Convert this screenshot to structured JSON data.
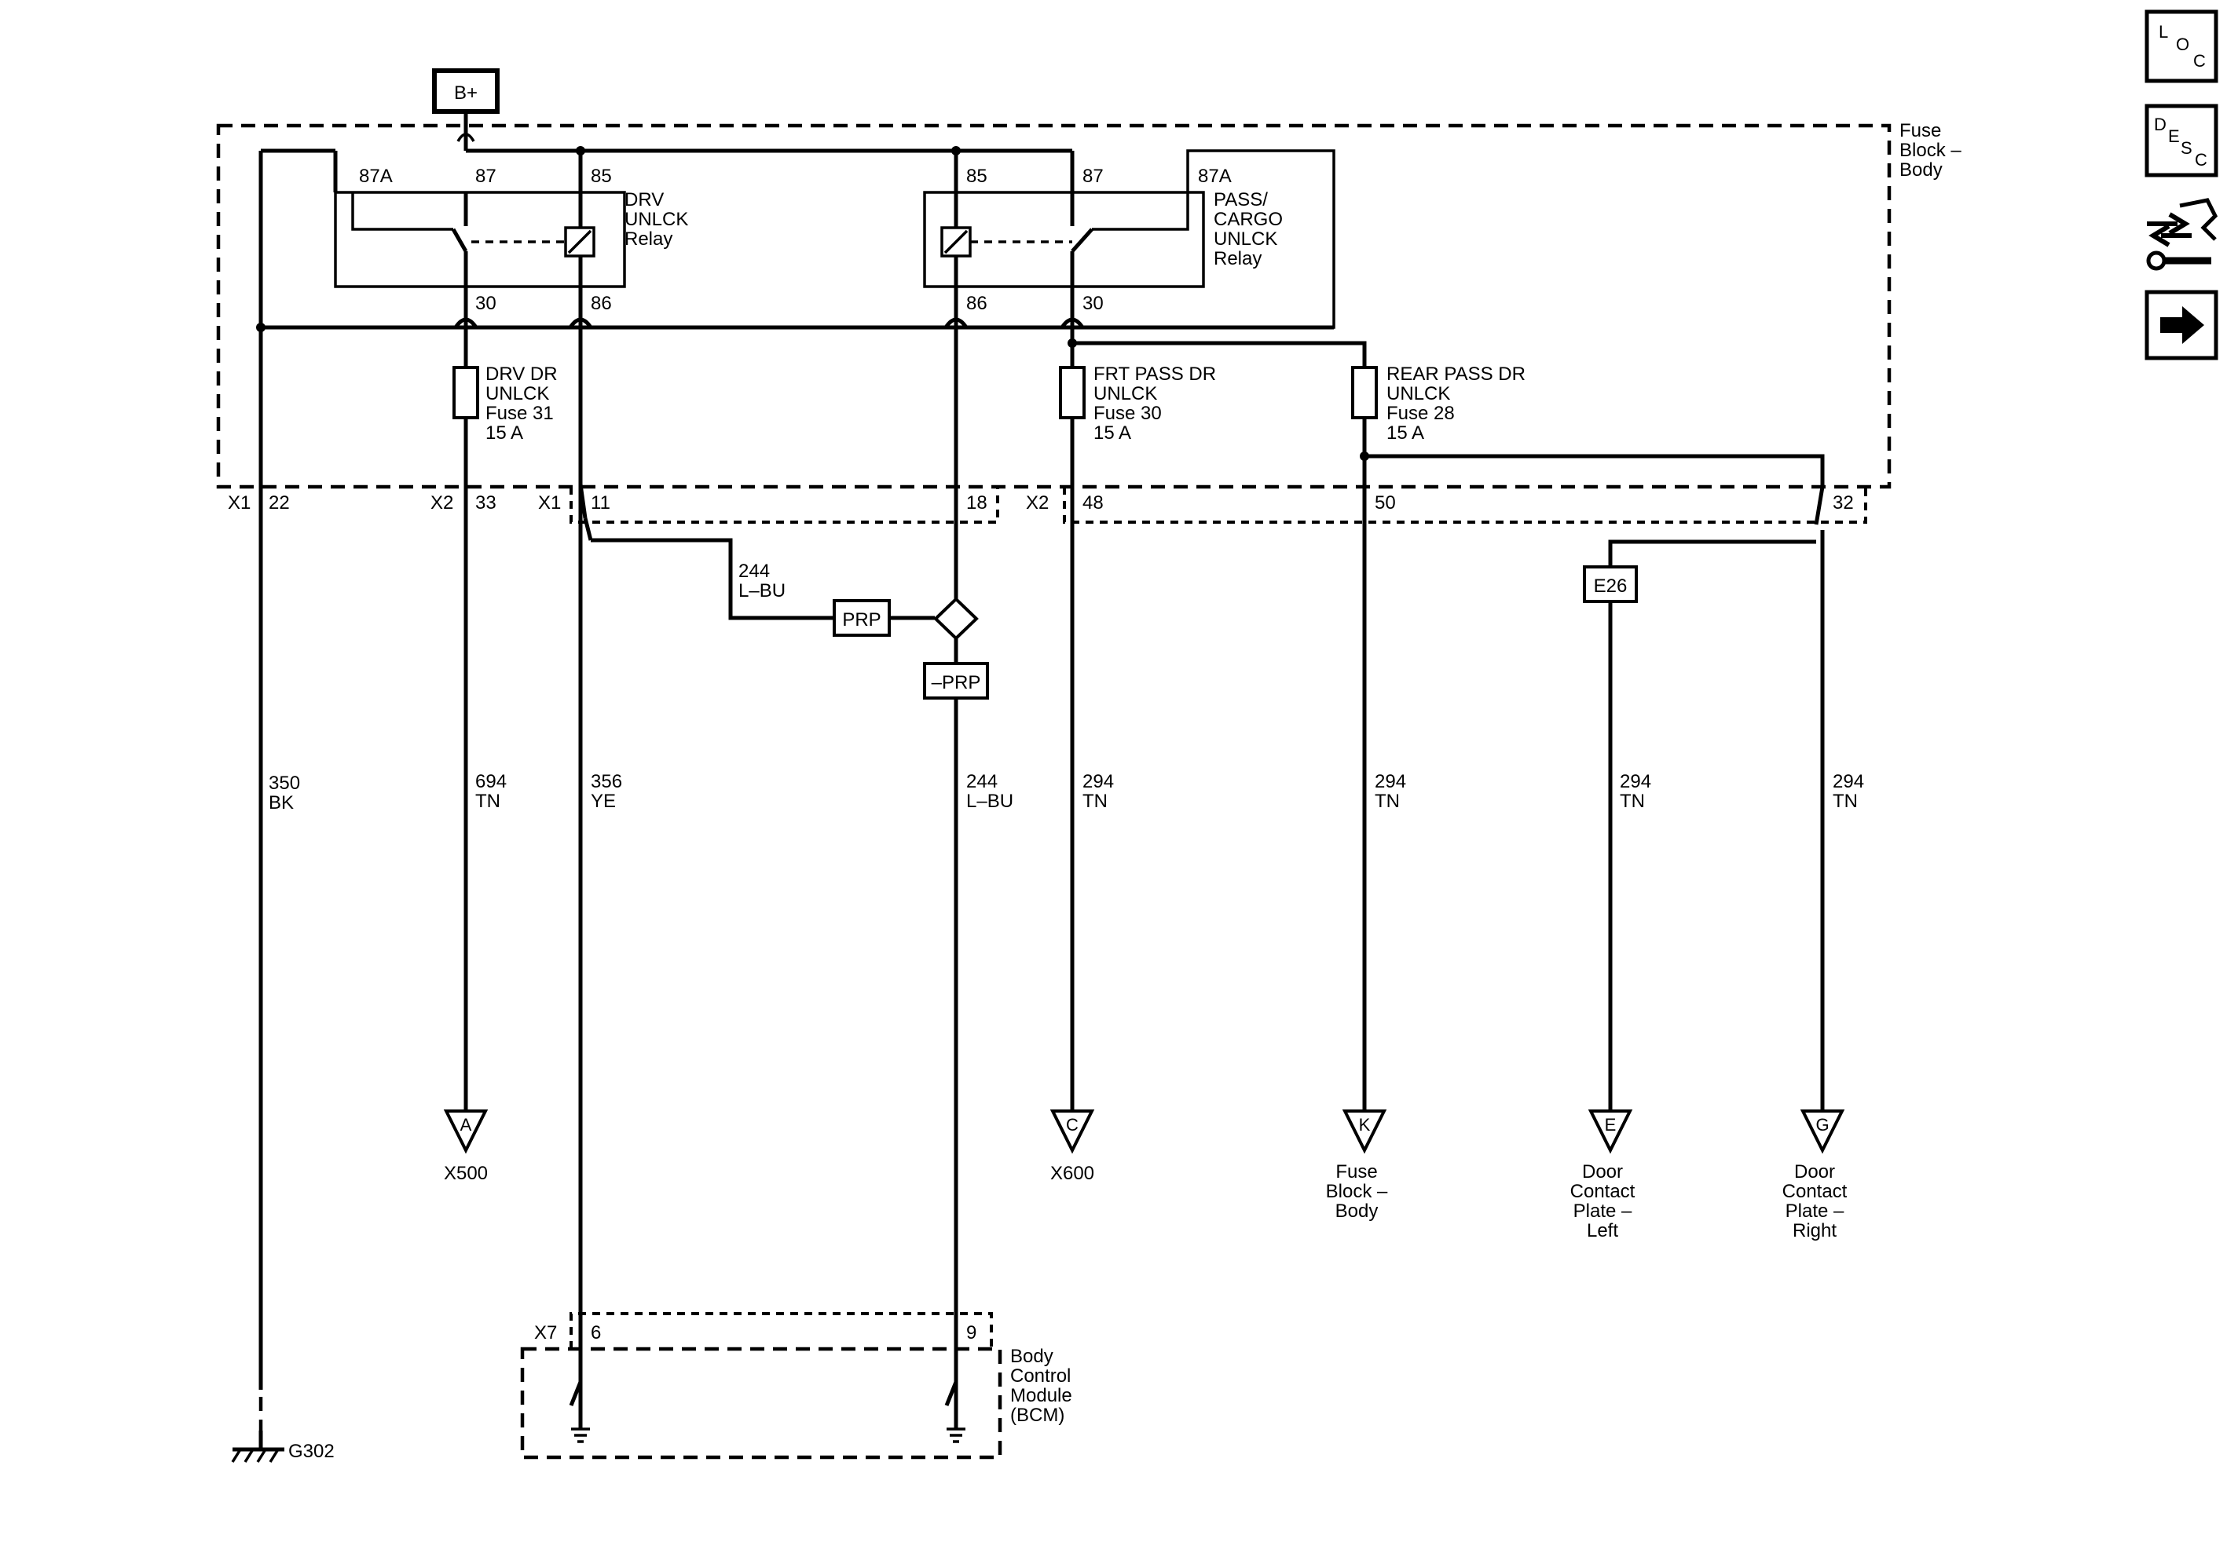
{
  "power": {
    "label": "B+"
  },
  "fuse_block": {
    "label_lines": [
      "Fuse",
      "Block –",
      "Body"
    ]
  },
  "relay_drv": {
    "label_lines": [
      "DRV",
      "UNLCK",
      "Relay"
    ],
    "pin_87a": "87A",
    "pin_87": "87",
    "pin_85": "85",
    "pin_30": "30",
    "pin_86": "86"
  },
  "relay_pass": {
    "label_lines": [
      "PASS/",
      "CARGO",
      "UNLCK",
      "Relay"
    ],
    "pin_85": "85",
    "pin_87": "87",
    "pin_87a": "87A",
    "pin_86": "86",
    "pin_30": "30"
  },
  "fuses": [
    {
      "lines": [
        "DRV DR",
        "UNLCK",
        "Fuse 31",
        "15 A"
      ]
    },
    {
      "lines": [
        "FRT PASS DR",
        "UNLCK",
        "Fuse 30",
        "15 A"
      ]
    },
    {
      "lines": [
        "REAR PASS DR",
        "UNLCK",
        "Fuse 28",
        "15 A"
      ]
    }
  ],
  "connectors": {
    "x1_a": "X1",
    "pin_22": "22",
    "x2_a": "X2",
    "pin_33": "33",
    "x1_b": "X1",
    "pin_11": "11",
    "pin_18": "18",
    "x2_b": "X2",
    "pin_48": "48",
    "pin_50": "50",
    "pin_32": "32",
    "x7": "X7",
    "pin_6": "6",
    "pin_9": "9"
  },
  "wires": [
    {
      "circuit": "350",
      "color": "BK"
    },
    {
      "circuit": "694",
      "color": "TN"
    },
    {
      "circuit": "356",
      "color": "YE"
    },
    {
      "circuit": "244",
      "color": "L–BU"
    },
    {
      "circuit": "294",
      "color": "TN"
    },
    {
      "circuit": "294",
      "color": "TN"
    },
    {
      "circuit": "294",
      "color": "TN"
    },
    {
      "circuit": "294",
      "color": "TN"
    }
  ],
  "upper_wire": {
    "circuit": "244",
    "color": "L–BU"
  },
  "prp": {
    "box": "PRP",
    "box_neg": "–PRP"
  },
  "splice": {
    "label": "E26"
  },
  "terminals": [
    {
      "letter": "A",
      "lines": [
        "X500"
      ]
    },
    {
      "letter": "C",
      "lines": [
        "X600"
      ]
    },
    {
      "letter": "K",
      "lines": [
        "Fuse",
        "Block –",
        "Body"
      ]
    },
    {
      "letter": "E",
      "lines": [
        "Door",
        "Contact",
        "Plate –",
        "Left"
      ]
    },
    {
      "letter": "G",
      "lines": [
        "Door",
        "Contact",
        "Plate –",
        "Right"
      ]
    }
  ],
  "ground": {
    "label": "G302"
  },
  "bcm": {
    "label_lines": [
      "Body",
      "Control",
      "Module",
      "(BCM)"
    ]
  },
  "nav": {
    "loc_letters": [
      "L",
      "O",
      "C"
    ],
    "desc_letters": [
      "D",
      "E",
      "S",
      "C"
    ]
  }
}
